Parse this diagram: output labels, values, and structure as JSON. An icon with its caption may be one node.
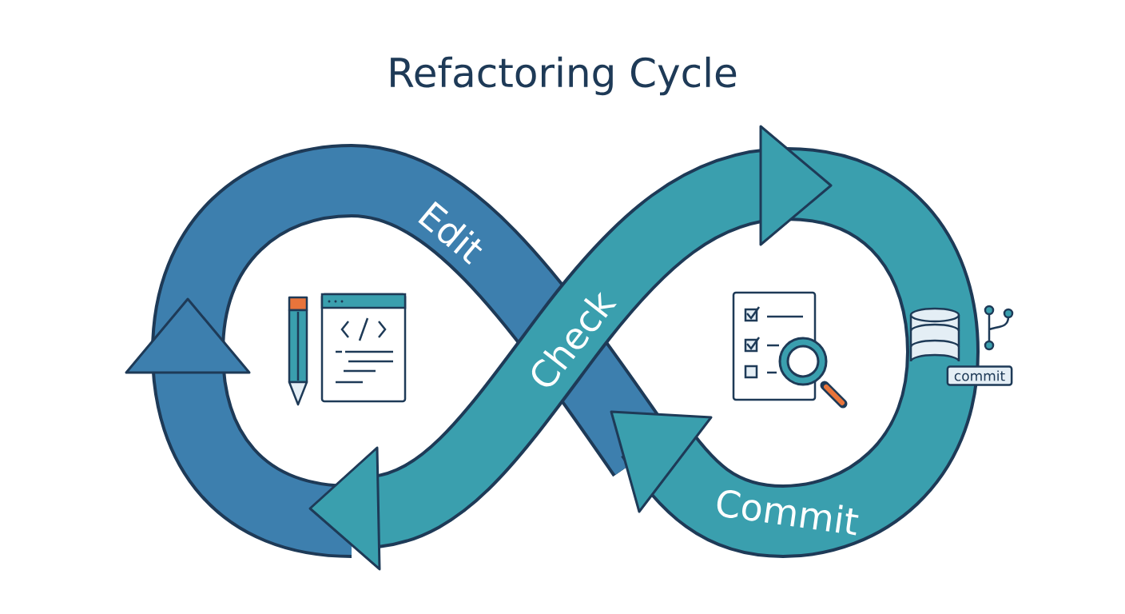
{
  "diagram": {
    "title": "Refactoring Cycle",
    "nodes": [
      {
        "text": [
          "commit"
        ]
      }
    ],
    "labels": [
      "Edit",
      "Check",
      "Commit"
    ]
  }
}
